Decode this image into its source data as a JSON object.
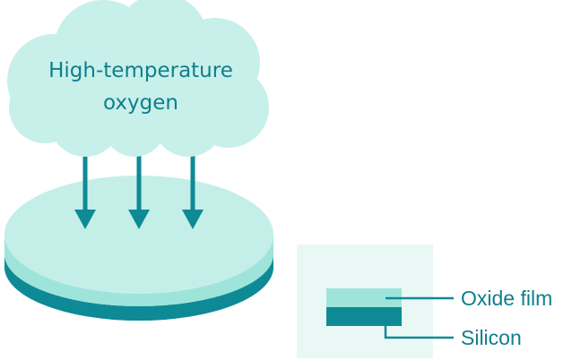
{
  "diagram": {
    "cloud": {
      "line1": "High-temperature",
      "line2": "oxygen"
    },
    "legend": {
      "oxide_label": "Oxide film",
      "silicon_label": "Silicon"
    },
    "colors": {
      "accent_dark": "#0e8a96",
      "cloud_fill": "#c8f0ea",
      "wafer_top": "#b8ece4",
      "oxide_layer": "#9fe4da",
      "silicon_layer": "#0e8a96",
      "legend_bg": "#eaf8f5",
      "text": "#0e7f8c"
    }
  }
}
